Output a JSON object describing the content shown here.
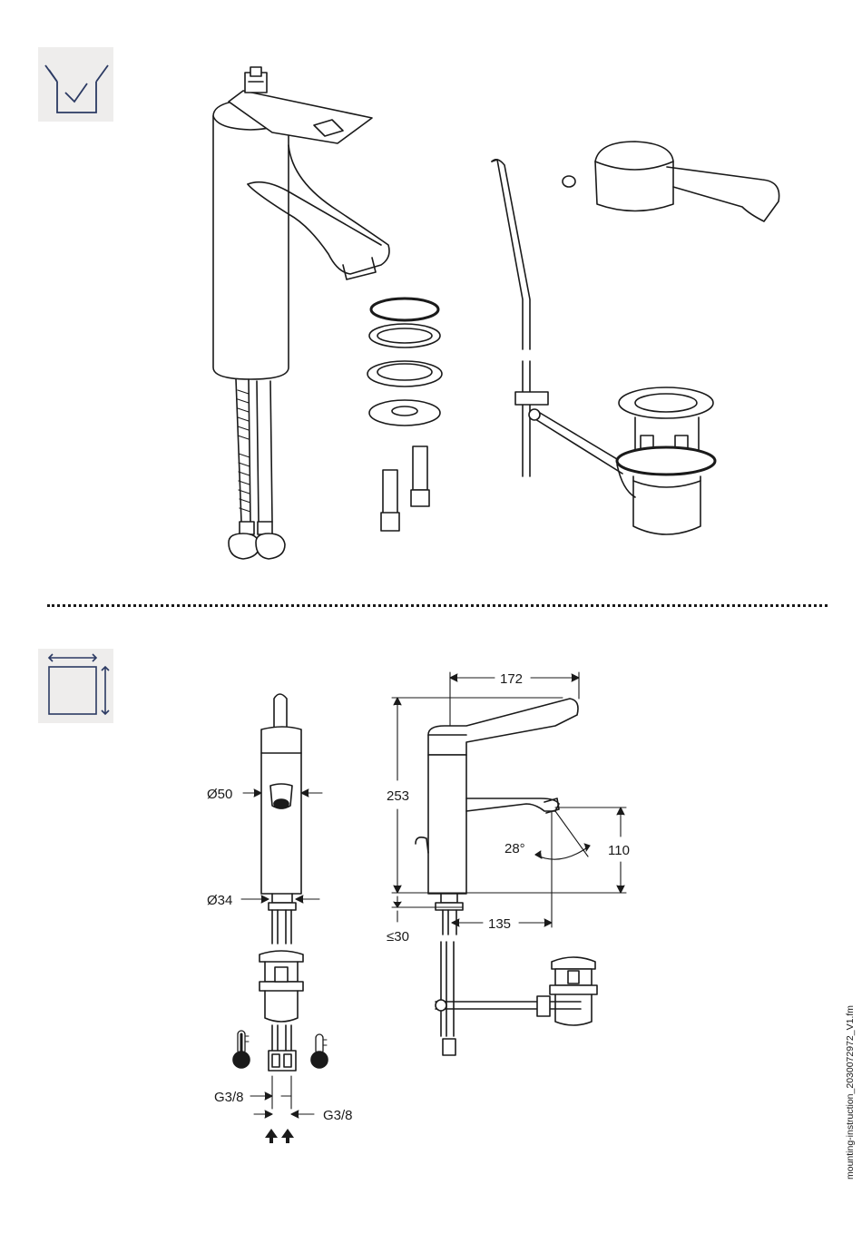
{
  "sections": {
    "scope": {
      "icon": "box-check-icon"
    },
    "dimensions": {
      "icon": "dimension-square-icon"
    }
  },
  "dimensions": {
    "outlet_diameter": "Ø50",
    "base_diameter": "Ø34",
    "overall_width": "172",
    "overall_height": "253",
    "spout_height": "110",
    "spout_reach": "135",
    "swivel_angle": "28°",
    "max_deck_thickness": "≤30",
    "hot_connection": "G3/8",
    "cold_connection": "G3/8"
  },
  "icons": {
    "hot_water": "thermometer-hot-icon",
    "cold_water": "thermometer-cold-icon",
    "supply": "flow-arrows-icon"
  },
  "footer": {
    "filename": "mounting-instruction_2030072972_V1.fm"
  },
  "colors": {
    "line": "#1a1a1a",
    "icon_bg": "#eeedec"
  }
}
